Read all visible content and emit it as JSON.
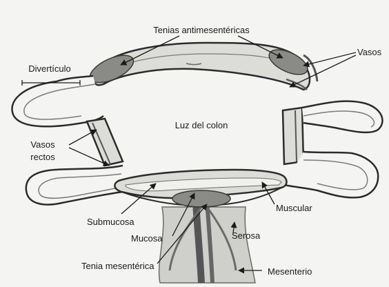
{
  "labels": {
    "tenias_antimesentericas": "Tenias antimesentéricas",
    "vasos": "Vasos",
    "diverticulo": "Divertículo",
    "luz_del_colon": "Luz del colon",
    "vasos_rectos_line1": "Vasos",
    "vasos_rectos_line2": "rectos",
    "muscular": "Muscular",
    "submucosa": "Submucosa",
    "serosa": "Serosa",
    "mucosa": "Mucosa",
    "tenia_mesenterica": "Tenia mesentérica",
    "mesenterio": "Mesenterio"
  },
  "colors": {
    "background": "#f4f4f3",
    "outline": "#2b2b2b",
    "wall_fill": "#dcdcd9",
    "submucosa_fill": "#f0f0ee",
    "teniae_fill": "#8a8a86",
    "mesentery_fill": "#c9c9c5",
    "vessel": "#555555"
  }
}
